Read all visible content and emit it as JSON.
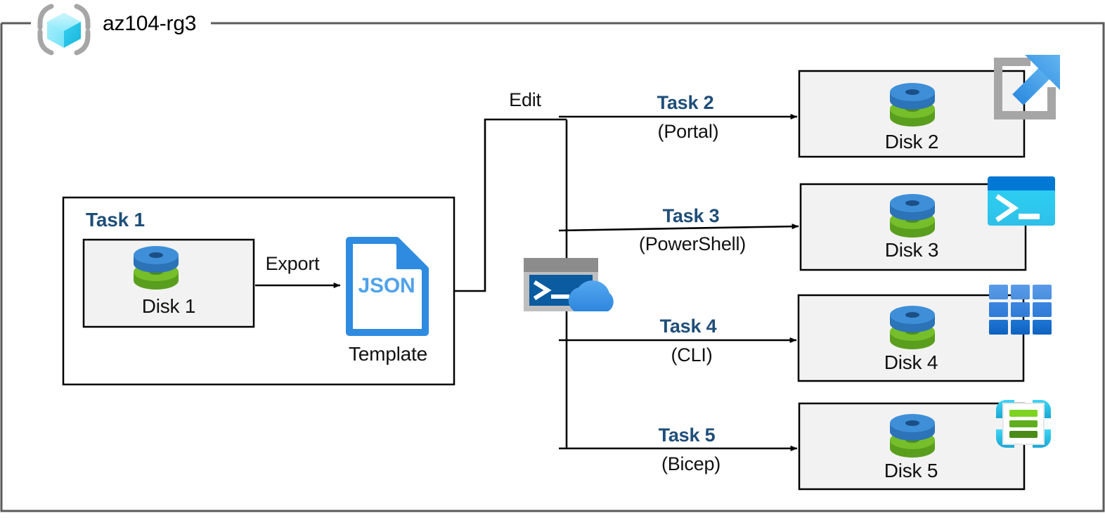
{
  "diagram": {
    "resource_group": {
      "name": "az104-rg3",
      "icon": "azure-resource-group-icon"
    },
    "task1": {
      "heading": "Task 1",
      "disk": {
        "label": "Disk 1",
        "icon": "managed-disk-icon"
      },
      "export_label": "Export",
      "template": {
        "file_label": "JSON",
        "caption": "Template",
        "icon": "json-file-icon"
      }
    },
    "edit_label": "Edit",
    "cloud_shell": {
      "icon": "cloud-shell-icon",
      "name": "Cloud Shell"
    },
    "branches": [
      {
        "task": "Task 2",
        "method": "(Portal)",
        "disk_label": "Disk 2",
        "tool_icon": "azure-portal-icon"
      },
      {
        "task": "Task 3",
        "method": "(PowerShell)",
        "disk_label": "Disk 3",
        "tool_icon": "powershell-icon"
      },
      {
        "task": "Task 4",
        "method": "(CLI)",
        "disk_label": "Disk 4",
        "tool_icon": "azure-cli-icon"
      },
      {
        "task": "Task 5",
        "method": "(Bicep)",
        "disk_label": "Disk 5",
        "tool_icon": "bicep-icon"
      }
    ],
    "colors": {
      "task_heading": "#1F4E79",
      "box_fill": "#F2F2F2",
      "box_stroke": "#000000",
      "frame_stroke": "#5A5A5A",
      "json_blue": "#2E8BE0",
      "disk_blue": "#3C8ED6",
      "disk_green": "#6FBE23",
      "powershell_cyan": "#2FD2F2",
      "powershell_bar": "#0078D4",
      "bicep_cyan": "#2CC8EE",
      "portal_gray": "#A6A6A6",
      "portal_arrow": "#3FA0E8"
    }
  }
}
